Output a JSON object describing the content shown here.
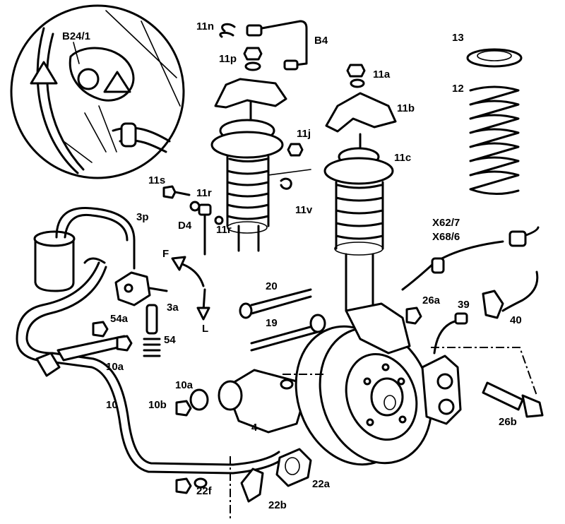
{
  "labels": {
    "b24_1": "B24/1",
    "b4": "B4",
    "p11n": "11n",
    "p11p": "11p",
    "p11a": "11a",
    "p11b": "11b",
    "p11j": "11j",
    "p11c": "11c",
    "p11s": "11s",
    "p11r_top": "11r",
    "p11r_bottom": "11r",
    "p11v": "11v",
    "d4": "D4",
    "p3p": "3p",
    "p13": "13",
    "p12": "12",
    "x62_7": "X62/7",
    "x68_6": "X68/6",
    "f": "F",
    "l": "L",
    "p3a": "3a",
    "p54a": "54a",
    "p54": "54",
    "p20": "20",
    "p19": "19",
    "p26a": "26a",
    "p39": "39",
    "p40": "40",
    "p10a_top": "10a",
    "p10a_mid": "10a",
    "p10b": "10b",
    "p10": "10",
    "p4": "4",
    "p26b": "26b",
    "p22f": "22f",
    "p22a": "22a",
    "p22b": "22b"
  }
}
